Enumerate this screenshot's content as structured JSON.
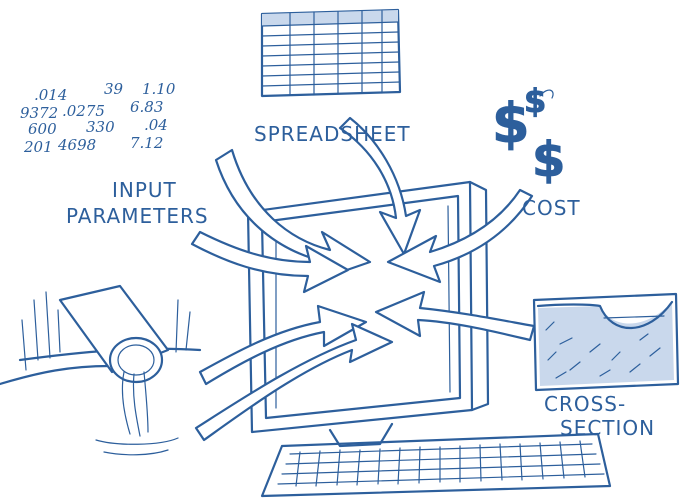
{
  "labels": {
    "spreadsheet": "SPREADSHEET",
    "cost": "COST",
    "input_line1": "INPUT",
    "input_line2": "PARAMETERS",
    "cross_line1": "CROSS-",
    "cross_line2": "SECTION"
  },
  "number_table": {
    "rows": [
      [
        ".014",
        "39",
        "1.10"
      ],
      [
        "9372",
        ".0275",
        "6.83"
      ],
      [
        "600",
        "330",
        ".04"
      ],
      [
        "201",
        "4698",
        "7.12"
      ]
    ]
  },
  "icons": [
    "spreadsheet-grid-icon",
    "dollar-signs-icon",
    "culvert-pipe-icon",
    "cross-section-icon",
    "monitor-icon",
    "keyboard-icon"
  ],
  "colors": {
    "ink": "#2d5f9c",
    "background": "#ffffff"
  }
}
